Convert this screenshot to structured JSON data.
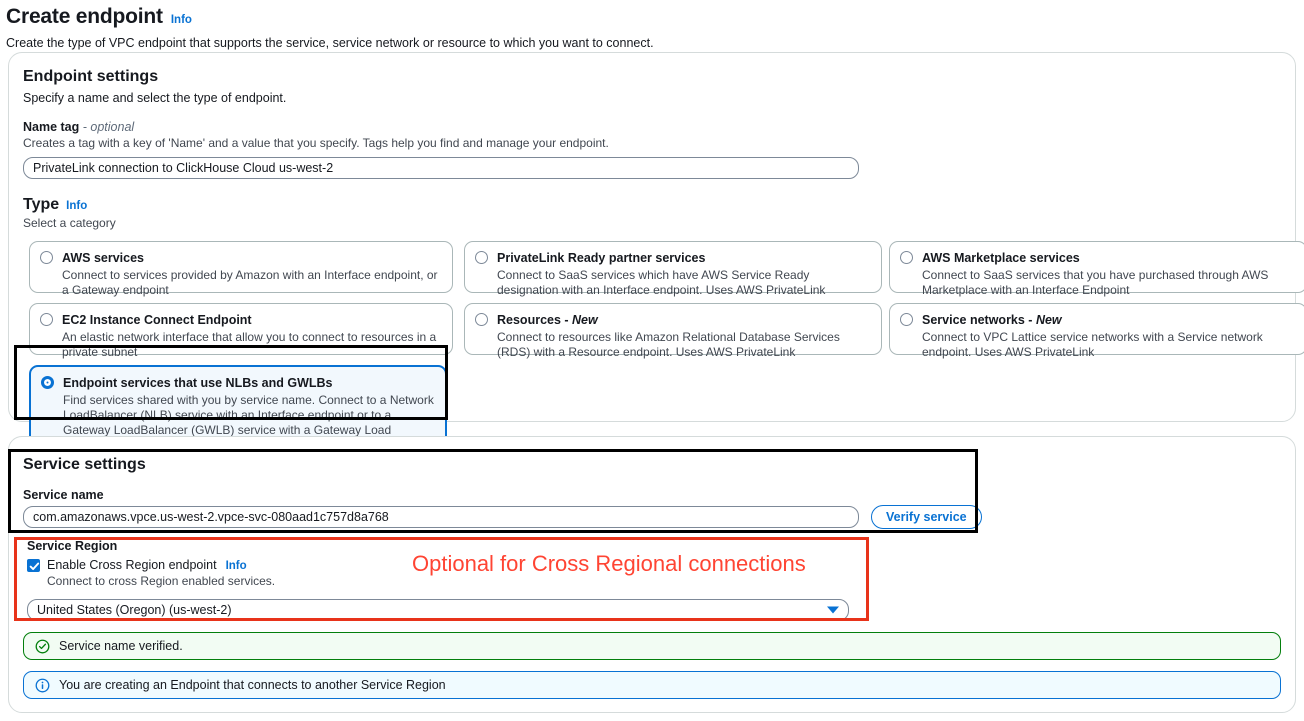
{
  "header": {
    "title": "Create endpoint",
    "info_label": "Info",
    "description": "Create the type of VPC endpoint that supports the service, service network or resource to which you want to connect."
  },
  "colors": {
    "accent_blue": "#0972d3",
    "annotation_red": "#ff4433",
    "annotation_box_red": "#e8331a",
    "annotation_box_black": "#000000",
    "success_green": "#037f0c",
    "selected_card_bg": "#f2f8fd"
  },
  "endpoint_settings": {
    "title": "Endpoint settings",
    "description": "Specify a name and select the type of endpoint.",
    "name_tag": {
      "label": "Name tag",
      "optional_suffix": "- optional",
      "hint": "Creates a tag with a key of 'Name' and a value that you specify. Tags help you find and manage your endpoint.",
      "value": "PrivateLink connection to ClickHouse Cloud us-west-2"
    },
    "type": {
      "label": "Type",
      "info_label": "Info",
      "sub_label": "Select a category",
      "options": [
        {
          "title": "AWS services",
          "description": "Connect to services provided by Amazon with an Interface endpoint, or a Gateway endpoint",
          "selected": false,
          "badge": ""
        },
        {
          "title": "PrivateLink Ready partner services",
          "description": "Connect to SaaS services which have AWS Service Ready designation with an Interface endpoint. Uses AWS PrivateLink",
          "selected": false,
          "badge": ""
        },
        {
          "title": "AWS Marketplace services",
          "description": "Connect to SaaS services that you have purchased through AWS Marketplace with an Interface Endpoint",
          "selected": false,
          "badge": ""
        },
        {
          "title": "EC2 Instance Connect Endpoint",
          "description": "An elastic network interface that allow you to connect to resources in a private subnet",
          "selected": false,
          "badge": ""
        },
        {
          "title": "Resources - ",
          "badge": "New",
          "description": "Connect to resources like Amazon Relational Database Services (RDS) with a Resource endpoint. Uses AWS PrivateLink",
          "selected": false
        },
        {
          "title": "Service networks - ",
          "badge": "New",
          "description": "Connect to VPC Lattice service networks with a Service network endpoint. Uses AWS PrivateLink",
          "selected": false
        },
        {
          "title": "Endpoint services that use NLBs and GWLBs",
          "badge": "",
          "description": "Find services shared with you by service name. Connect to a Network LoadBalancer (NLB) service with an Interface endpoint or to a Gateway LoadBalancer (GWLB) service with a Gateway Load Balancer endpoint",
          "selected": true
        }
      ]
    }
  },
  "service_settings": {
    "title": "Service settings",
    "service_name": {
      "label": "Service name",
      "value": "com.amazonaws.vpce.us-west-2.vpce-svc-080aad1c757d8a768"
    },
    "verify_button": "Verify service",
    "service_region": {
      "label": "Service Region",
      "checkbox_label": "Enable Cross Region endpoint",
      "checkbox_info": "Info",
      "checkbox_checked": true,
      "checkbox_sub": "Connect to cross Region enabled services.",
      "selected_region": "United States (Oregon) (us-west-2)"
    },
    "alerts": [
      {
        "type": "success",
        "icon": "check-circle-icon",
        "text": "Service name verified."
      },
      {
        "type": "info",
        "icon": "info-circle-icon",
        "text": "You are creating an Endpoint that connects to another Service Region"
      }
    ]
  },
  "annotations": {
    "cross_region_note": "Optional for Cross Regional connections"
  }
}
